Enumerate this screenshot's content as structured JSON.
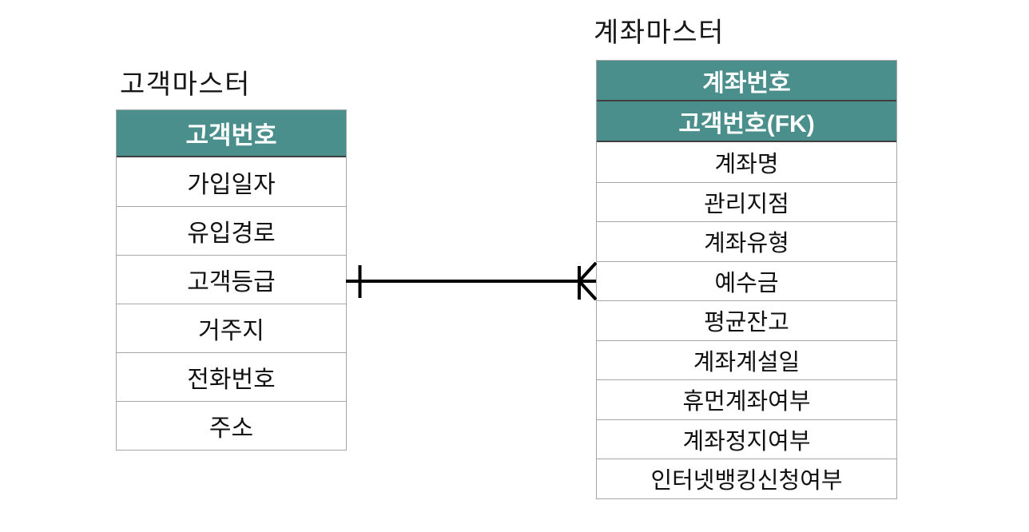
{
  "diagram": {
    "type": "entity-relationship-diagram",
    "entities": [
      {
        "name": "customer-master",
        "title": "고객마스터",
        "key_fields": [
          "고객번호"
        ],
        "fields": [
          "가입일자",
          "유입경로",
          "고객등급",
          "거주지",
          "전화번호",
          "주소"
        ]
      },
      {
        "name": "account-master",
        "title": "계좌마스터",
        "key_fields": [
          "계좌번호",
          "고객번호(FK)"
        ],
        "fields": [
          "계좌명",
          "관리지점",
          "계좌유형",
          "예수금",
          "평균잔고",
          "계좌계설일",
          "휴먼계좌여부",
          "계좌정지여부",
          "인터넷뱅킹신청여부"
        ]
      }
    ],
    "relationship": {
      "from_entity": "고객마스터",
      "to_entity": "계좌마스터",
      "from_cardinality": "one",
      "to_cardinality": "many"
    },
    "colors": {
      "key_header_bg": "#4A8F8C",
      "key_header_text": "#FFFFFF",
      "field_text": "#111111",
      "cell_border": "#A6A6A6",
      "header_divider": "#3F3F3F",
      "relationship_line": "#000000",
      "background": "#FFFFFF"
    }
  }
}
